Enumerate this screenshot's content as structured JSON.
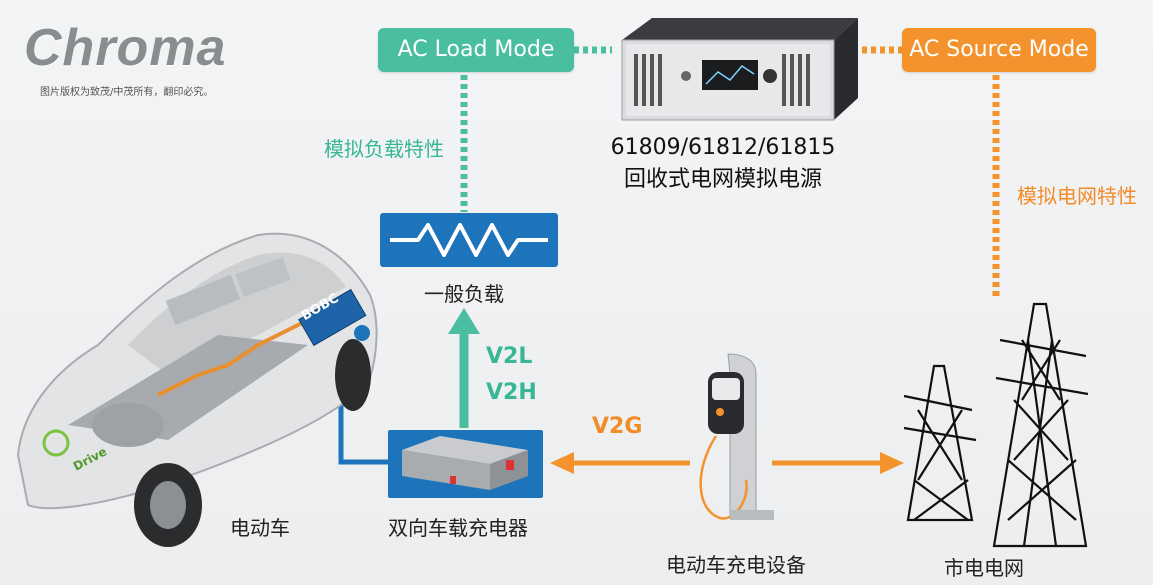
{
  "logo": {
    "text": "Chroma",
    "copyright": "图片版权为致茂/中茂所有，翻印必究。"
  },
  "modes": {
    "load": "AC Load Mode",
    "source": "AC Source Mode"
  },
  "equipment": {
    "model": "61809/61812/61815",
    "name": "回收式电网模拟电源"
  },
  "annotations": {
    "load_char": "模拟负载特性",
    "grid_char": "模拟电网特性"
  },
  "nodes": {
    "load": "一般负载",
    "ev": "电动车",
    "obc": "双向车载充电器",
    "evse": "电动车充电设备",
    "grid": "市电电网",
    "bobc": "BOBC",
    "edrive": "Drive"
  },
  "flows": {
    "v2l": "V2L",
    "v2h": "V2H",
    "v2g": "V2G"
  },
  "colors": {
    "green": "#49bea0",
    "orange": "#f4932d",
    "blue": "#1e74bb"
  }
}
